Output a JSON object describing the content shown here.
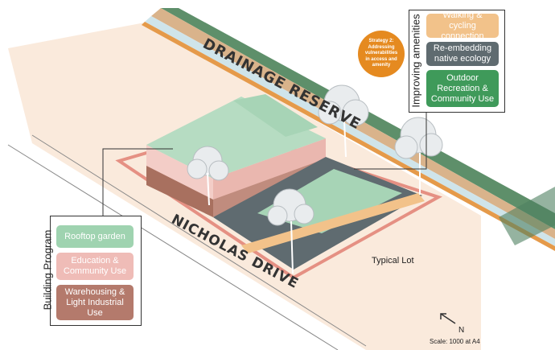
{
  "labels": {
    "drainage_reserve": "DRAINAGE RESERVE",
    "nicholas_drive": "NICHOLAS DRIVE",
    "typical_lot": "Typical Lot"
  },
  "strategy": {
    "text": "Strategy 2: Addressing vulnerabilities in access and amenity",
    "color": "#e58a20"
  },
  "improving_amenities": {
    "title": "Improving amenities",
    "items": [
      {
        "label": "Walking & cycling connection",
        "color": "#f2c28a"
      },
      {
        "label": "Re-embedding native ecology",
        "color": "#5f6b70"
      },
      {
        "label": "Outdoor Recreation & Community Use",
        "color": "#3f9a5a"
      }
    ]
  },
  "building_program": {
    "title": "Building Program",
    "items": [
      {
        "label": "Rooftop garden",
        "color": "#9fd3b0"
      },
      {
        "label": "Education & Community Use",
        "color": "#efbcb7"
      },
      {
        "label": "Warehousing & Light Industrial Use",
        "color": "#b47a6c"
      }
    ]
  },
  "north": {
    "letter": "N",
    "scale": "Scale: 1000 at A4"
  }
}
